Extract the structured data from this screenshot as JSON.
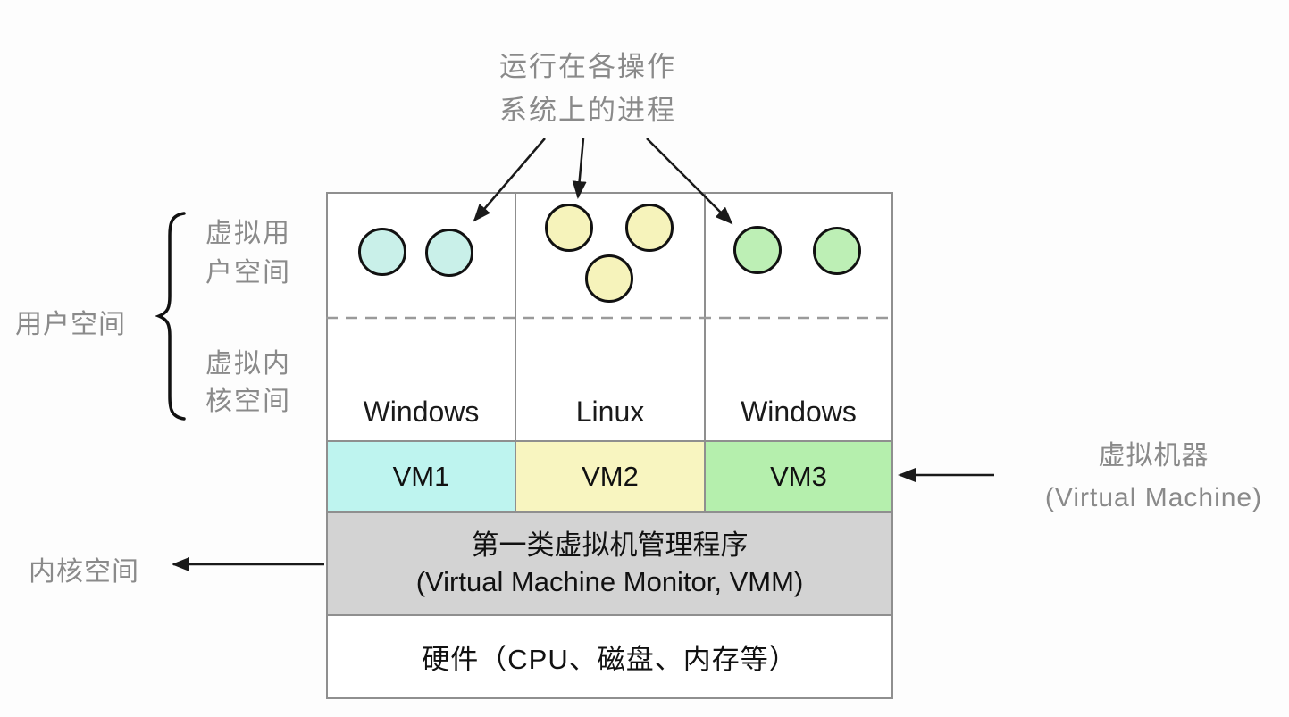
{
  "title": {
    "line1": "运行在各操作",
    "line2": "系统上的进程"
  },
  "left_labels": {
    "user_space": "用户空间",
    "virtual_user_space_line1": "虚拟用",
    "virtual_user_space_line2": "户空间",
    "virtual_kernel_space_line1": "虚拟内",
    "virtual_kernel_space_line2": "核空间",
    "kernel_space": "内核空间"
  },
  "right_label": {
    "line1": "虚拟机器",
    "line2": "(Virtual Machine)"
  },
  "vms": [
    {
      "os": "Windows",
      "vm_label": "VM1",
      "vm_color": "#bef4ef",
      "process_count": 2,
      "process_color": "#c9f0e9"
    },
    {
      "os": "Linux",
      "vm_label": "VM2",
      "vm_color": "#f8f5c0",
      "process_count": 3,
      "process_color": "#f6f3bb"
    },
    {
      "os": "Windows",
      "vm_label": "VM3",
      "vm_color": "#b5efad",
      "process_count": 2,
      "process_color": "#bdefb5"
    }
  ],
  "hypervisor": {
    "line1": "第一类虚拟机管理程序",
    "line2": "(Virtual Machine Monitor, VMM)",
    "bar_color": "#d3d3d3"
  },
  "hardware": {
    "label": "硬件（CPU、磁盘、内存等）"
  },
  "colors": {
    "border_gray": "#8f8f8f",
    "annotation_gray": "#8a8a8a",
    "line_black": "#1a1a1a"
  }
}
